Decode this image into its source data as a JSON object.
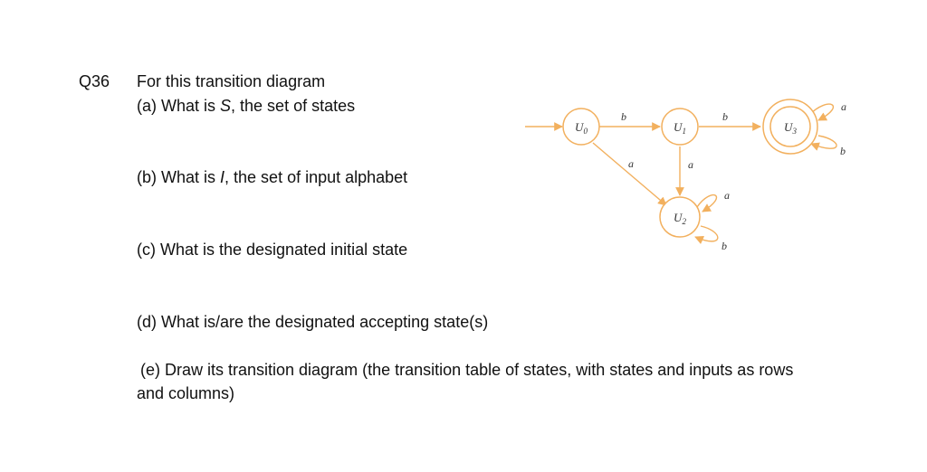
{
  "question": {
    "number": "Q36",
    "intro": "For this transition diagram",
    "part_a": {
      "prefix": "(a) What is ",
      "var": "S",
      "suffix": ", the set of states"
    },
    "part_b": {
      "prefix": "(b) What is ",
      "var": "I",
      "suffix": ", the set of input alphabet"
    },
    "part_c": "(c) What is the designated initial state",
    "part_d": "(d) What is/are the designated accepting state(s)",
    "part_e_line1": "(e) Draw its transition diagram (the transition table of states, with states and inputs as rows",
    "part_e_line2": "and  columns)"
  },
  "diagram": {
    "color": "#F2B05E",
    "states": [
      {
        "id": "U0",
        "base": "U",
        "sub": "0",
        "accepting": false,
        "initial": true
      },
      {
        "id": "U1",
        "base": "U",
        "sub": "1",
        "accepting": false,
        "initial": false
      },
      {
        "id": "U2",
        "base": "U",
        "sub": "2",
        "accepting": false,
        "initial": false
      },
      {
        "id": "U3",
        "base": "U",
        "sub": "3",
        "accepting": true,
        "initial": false
      }
    ],
    "transitions": [
      {
        "from": "U0",
        "to": "U1",
        "label": "b"
      },
      {
        "from": "U1",
        "to": "U3",
        "label": "b"
      },
      {
        "from": "U0",
        "to": "U2",
        "label": "a"
      },
      {
        "from": "U1",
        "to": "U2",
        "label": "a"
      },
      {
        "from": "U2",
        "to": "U2",
        "label": "a"
      },
      {
        "from": "U2",
        "to": "U2",
        "label": "b"
      },
      {
        "from": "U3",
        "to": "U3",
        "label": "a"
      },
      {
        "from": "U3",
        "to": "U3",
        "label": "b"
      }
    ]
  }
}
